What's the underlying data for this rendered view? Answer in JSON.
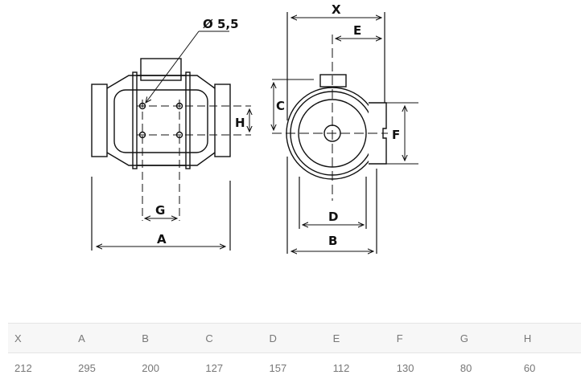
{
  "drawing": {
    "hole_label": "Ø 5,5",
    "labels": {
      "X": "X",
      "A": "A",
      "B": "B",
      "C": "C",
      "D": "D",
      "E": "E",
      "F": "F",
      "G": "G",
      "H": "H"
    }
  },
  "table": {
    "headers": [
      "X",
      "A",
      "B",
      "C",
      "D",
      "E",
      "F",
      "G",
      "H"
    ],
    "values": [
      "212",
      "295",
      "200",
      "127",
      "157",
      "112",
      "130",
      "80",
      "60"
    ]
  }
}
